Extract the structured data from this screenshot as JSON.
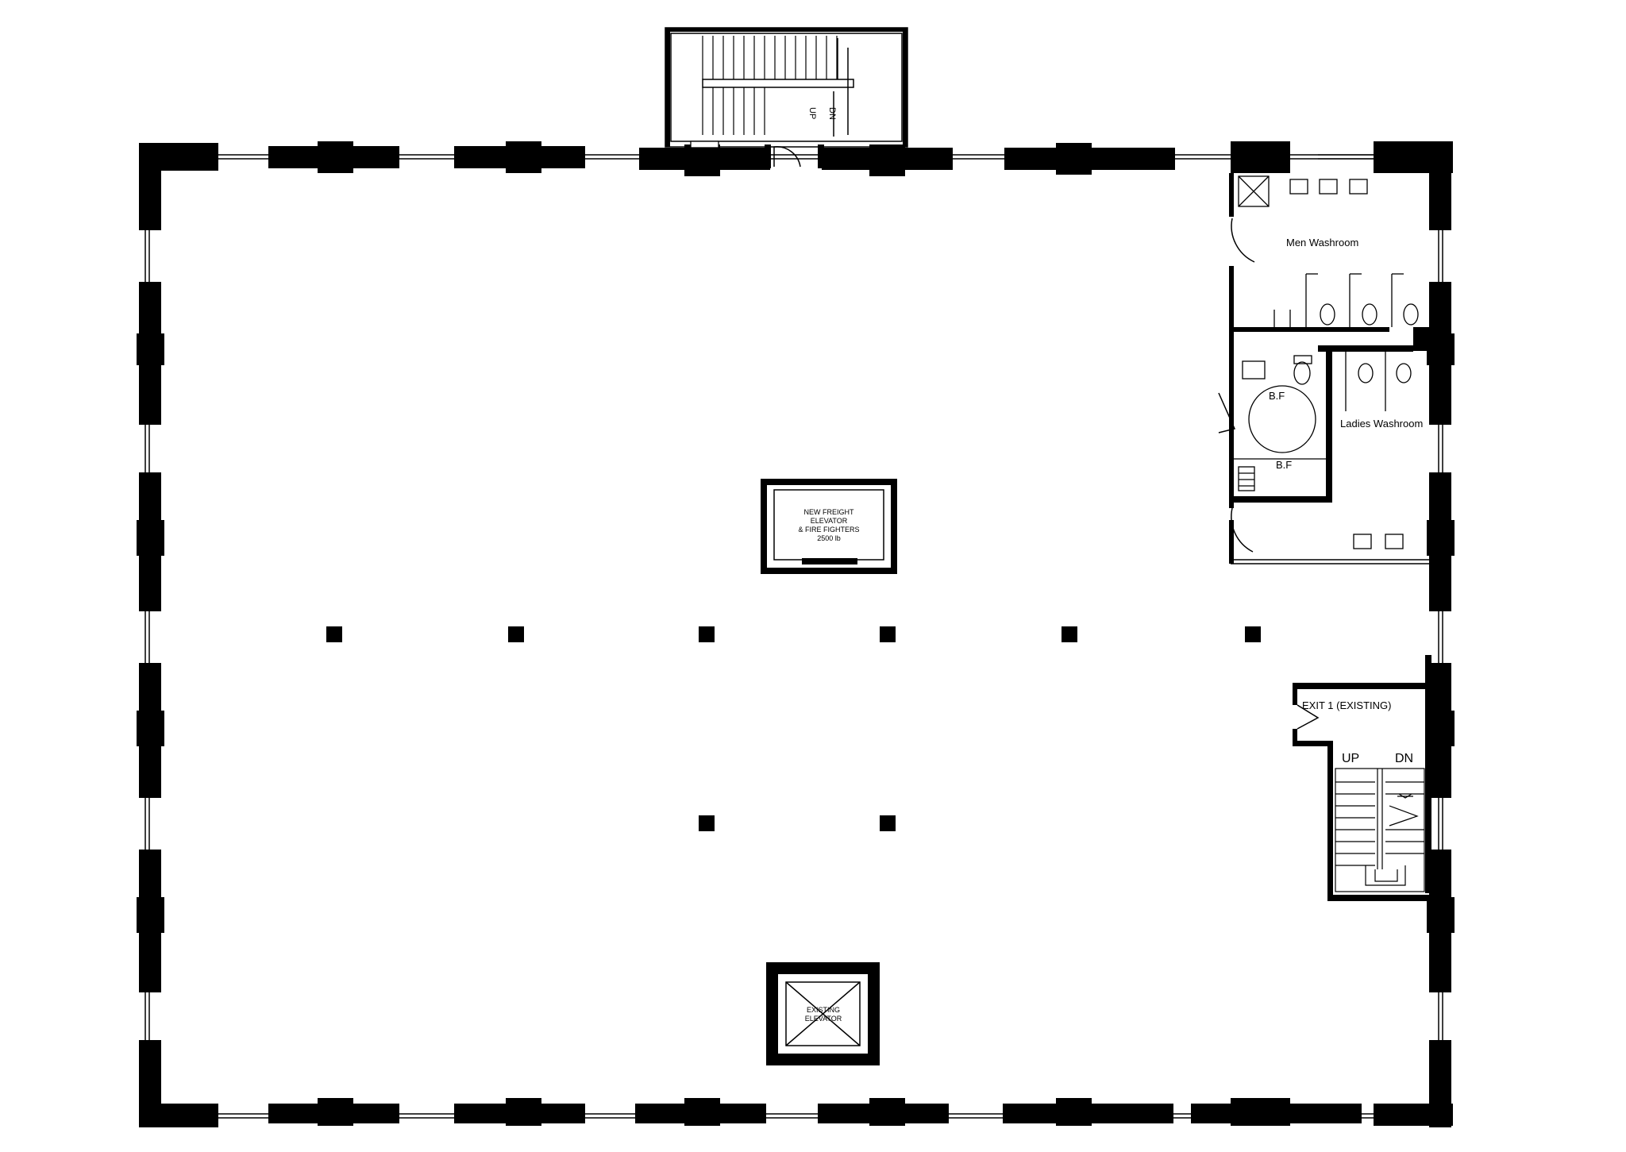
{
  "labels": {
    "men_washroom": "Men  Washroom",
    "ladies_washroom": "Ladies  Washroom",
    "bf_1": "B.F",
    "bf_2": "B.F",
    "exit_1": "EXIT 1 (EXISTING)",
    "stair_up": "UP",
    "stair_dn": "DN",
    "freight_line1": "NEW FREIGHT",
    "freight_line2": "ELEVATOR",
    "freight_line3": "& FIRE FIGHTERS",
    "freight_line4": "2500 lb",
    "existing_elev_line1": "EXISTING",
    "existing_elev_line2": "ELEVATOR",
    "north_stair_up": "UP",
    "north_stair_dn": "DN"
  },
  "colors": {
    "wall": "#000000",
    "background": "#ffffff"
  }
}
